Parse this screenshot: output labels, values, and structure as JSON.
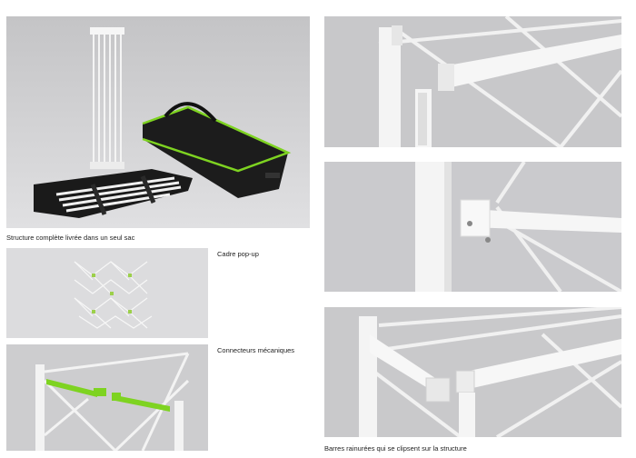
{
  "captions": {
    "bag": "Structure complète livrée dans un seul sac",
    "popup": "Cadre pop-up",
    "connectors": "Connecteurs mécaniques",
    "grooved": "Barres rainurées qui se clipsent sur la structure"
  },
  "colors": {
    "accent_green": "#7ed321",
    "background_gray": "#c9c9cb",
    "frame_white": "#f2f2f2"
  }
}
